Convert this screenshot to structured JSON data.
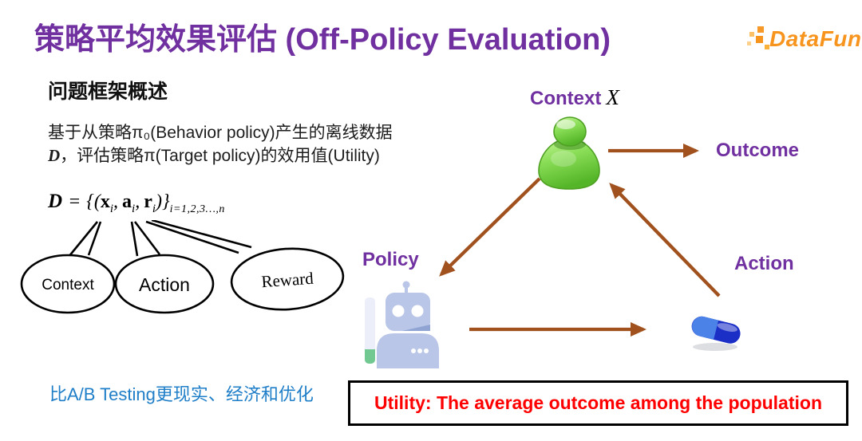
{
  "header": {
    "title": "策略平均效果评估 (Off-Policy Evaluation)",
    "logo": {
      "brand": "DataFun",
      "dot": "."
    }
  },
  "problem": {
    "heading": "问题框架概述",
    "line1": "基于从策略π₀(Behavior policy)产生的离线数据",
    "line2_dataset_symbol": "D",
    "line2_rest": "，评估策略π(Target policy)的效用值(Utility)"
  },
  "formula": {
    "dataset_symbol": "D",
    "equals": "=",
    "open": "{(",
    "x": "x",
    "a": "a",
    "r": "r",
    "index": "i",
    "comma": ",",
    "close": ")}",
    "range": "i=1,2,3…,n"
  },
  "callouts": [
    {
      "label": "Context"
    },
    {
      "label": "Action"
    },
    {
      "label": "Reward"
    }
  ],
  "diagram": {
    "context_label": "Context",
    "context_symbol": "X",
    "outcome_label": "Outcome",
    "policy_label": "Policy",
    "action_label": "Action",
    "icons": {
      "context": "person-icon",
      "policy": "robot-icon",
      "action": "pill-capsule-icon"
    },
    "label_color": "#7030A0",
    "arrow_color": "#A0511E"
  },
  "footer": {
    "note": "比A/B Testing更现实、经济和优化",
    "note_color": "#1F7EC8"
  },
  "utility_box": {
    "text": "Utility: The average outcome among the population",
    "text_color": "#FF0000",
    "border_color": "#000000"
  }
}
